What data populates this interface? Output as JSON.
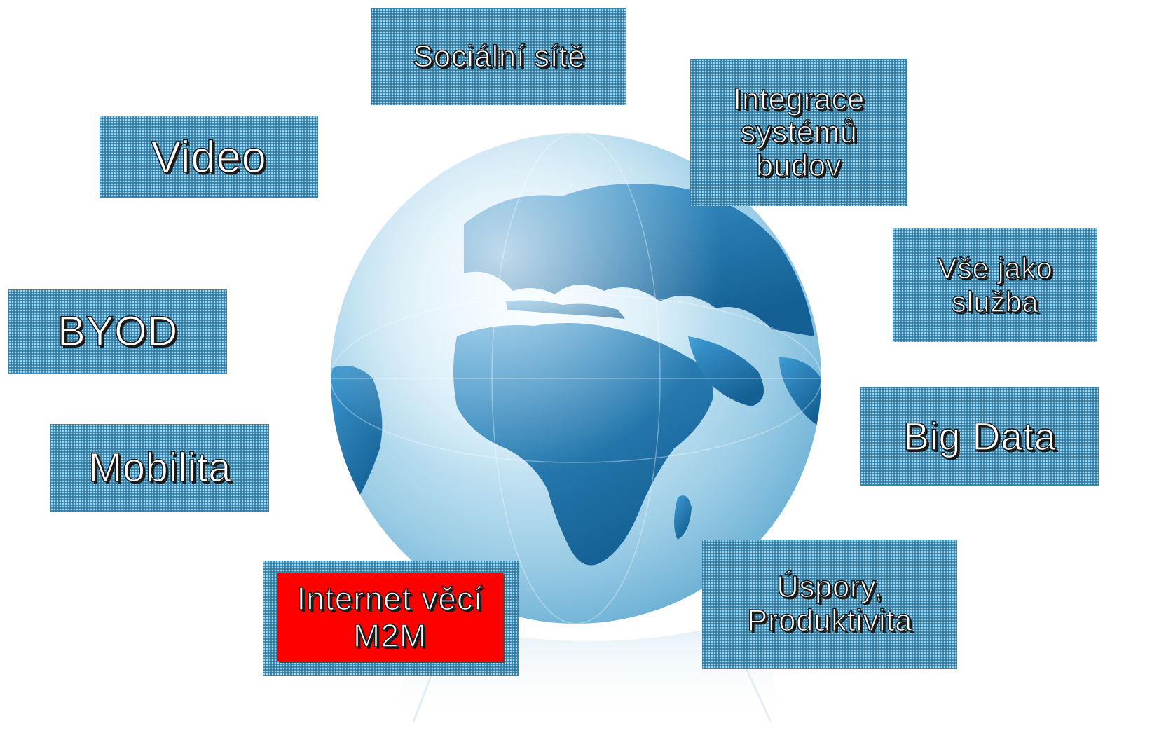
{
  "diagram": {
    "center": {
      "icon": "globe-icon"
    },
    "topics": [
      {
        "id": "social",
        "label": "Sociální sítě"
      },
      {
        "id": "video",
        "label": "Video"
      },
      {
        "id": "integration",
        "label": "Integrace\nsystémů\nbudov"
      },
      {
        "id": "service",
        "label": "Vše jako\nslužba"
      },
      {
        "id": "byod",
        "label": "BYOD"
      },
      {
        "id": "bigdata",
        "label": "Big Data"
      },
      {
        "id": "mobility",
        "label": "Mobilita"
      },
      {
        "id": "savings",
        "label": "Úspory,\nProduktivita"
      },
      {
        "id": "iot",
        "label": "Internet věcí\nM2M",
        "highlighted": true
      }
    ]
  },
  "colors": {
    "box_blue": "#3f8db4",
    "highlight_red": "#ff0000",
    "globe_light": "#e8f4fb",
    "globe_dark": "#1f6fa6"
  }
}
